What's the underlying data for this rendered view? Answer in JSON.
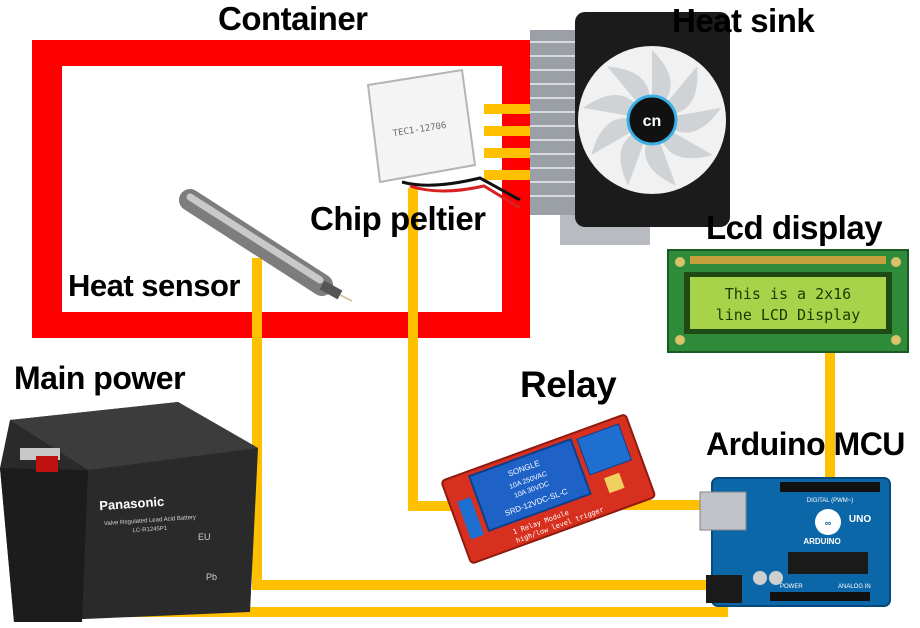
{
  "labels": {
    "container": "Container",
    "heat_sink": "Heat sink",
    "chip_peltier": "Chip peltier",
    "heat_sensor": "Heat sensor",
    "lcd_display": "Lcd display",
    "main_power": "Main power",
    "relay": "Relay",
    "arduino_mcu": "Arduino MCU"
  },
  "lcd": {
    "line1": "This is a 2x16",
    "line2": "line LCD Display"
  },
  "peltier": {
    "marking": "TEC1-12706"
  },
  "battery": {
    "brand": "Panasonic",
    "desc": "Valve Regulated Lead Acid Battery",
    "model": "LC-R1245P1",
    "region": "EU",
    "chem": "Pb"
  },
  "relay_module": {
    "brand": "SONGLE",
    "rating1": "10A 250VAC",
    "rating2": "10A 30VDC",
    "model": "SRD-12VDC-SL-C",
    "caption1": "1 Relay Module",
    "caption2": "high/low level trigger"
  },
  "arduino": {
    "brand": "ARDUINO",
    "model": "UNO",
    "digital": "DIGITAL (PWM~)",
    "power": "POWER",
    "analog": "ANALOG IN"
  },
  "colors": {
    "container_border": "#ff0000",
    "wire": "#ffc000",
    "lcd_screen": "#a7d34a",
    "lcd_board": "#2e8b3a",
    "relay_board": "#d8301e",
    "relay_box": "#1e62c8",
    "arduino_board": "#0c67a8",
    "battery_body": "#222222"
  }
}
